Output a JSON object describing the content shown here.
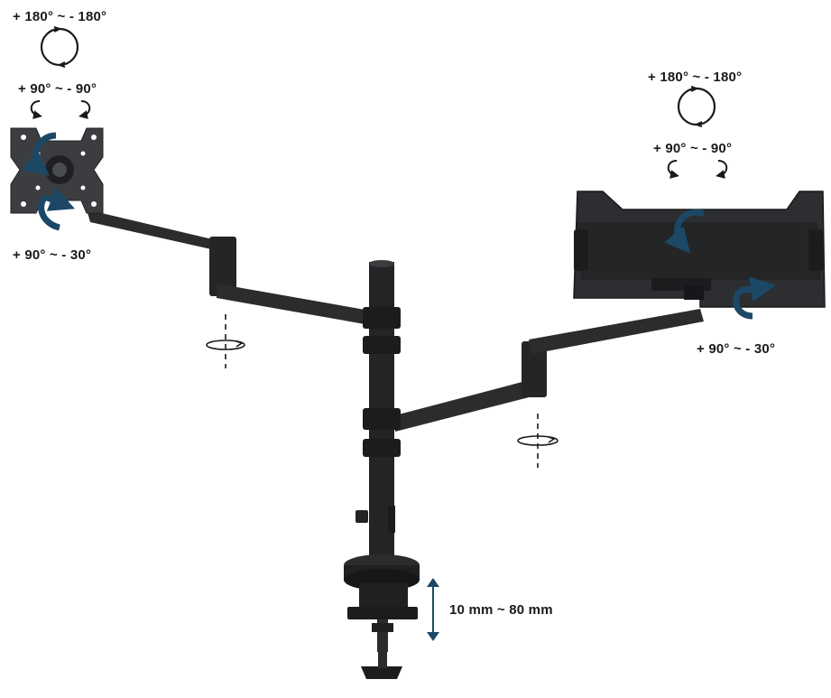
{
  "colors": {
    "metal": "#222426",
    "metal_light": "#3a3c3f",
    "arrow_blue": "#1c4866",
    "text": "#1a1a1a"
  },
  "left_mount": {
    "rotation_label": "+ 180° ~ - 180°",
    "swivel_label": "+ 90° ~ - 90°",
    "tilt_label": "+ 90° ~ - 30°"
  },
  "right_mount": {
    "rotation_label": "+ 180° ~ - 180°",
    "swivel_label": "+ 90° ~ - 90°",
    "tilt_label": "+ 90° ~ - 30°"
  },
  "clamp": {
    "thickness_label": "10 mm ~ 80 mm"
  },
  "icons": [
    "rotate-circle-icon",
    "swivel-left-icon",
    "swivel-right-icon",
    "rotation-axis-icon",
    "tilt-arrow-icon",
    "vertical-range-arrow-icon"
  ]
}
